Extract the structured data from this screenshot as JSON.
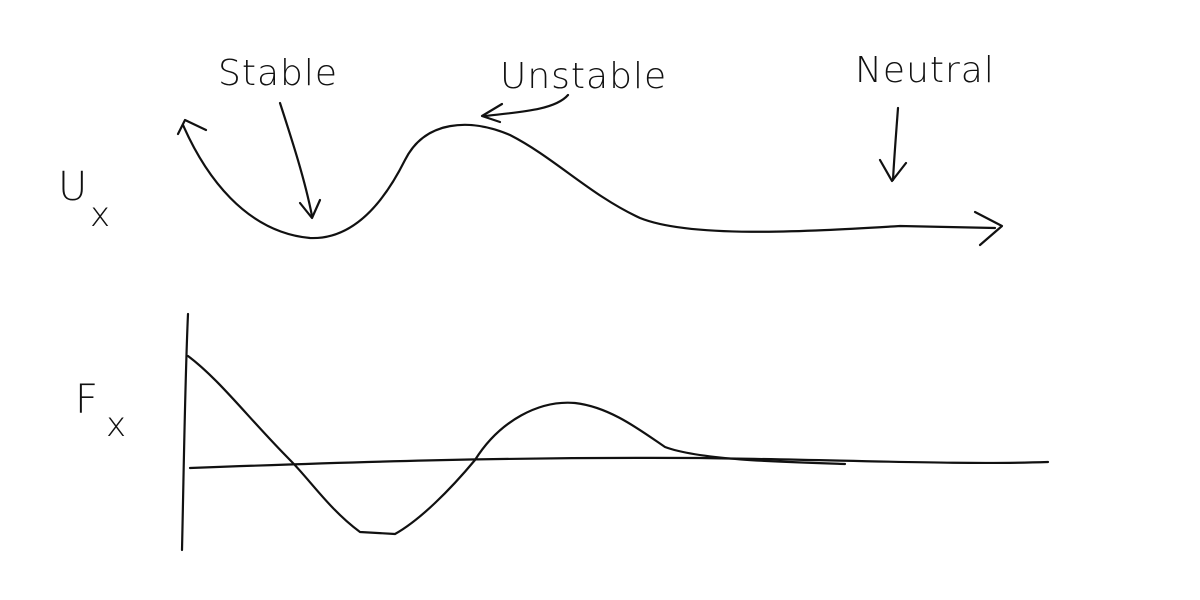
{
  "labels": {
    "potential_symbol": "U",
    "potential_subscript": "x",
    "force_symbol": "F",
    "force_subscript": "x",
    "stable": "Stable",
    "unstable": "Unstable",
    "neutral": "Neutral"
  },
  "colors": {
    "ink": "#111111",
    "background": "#ffffff"
  }
}
